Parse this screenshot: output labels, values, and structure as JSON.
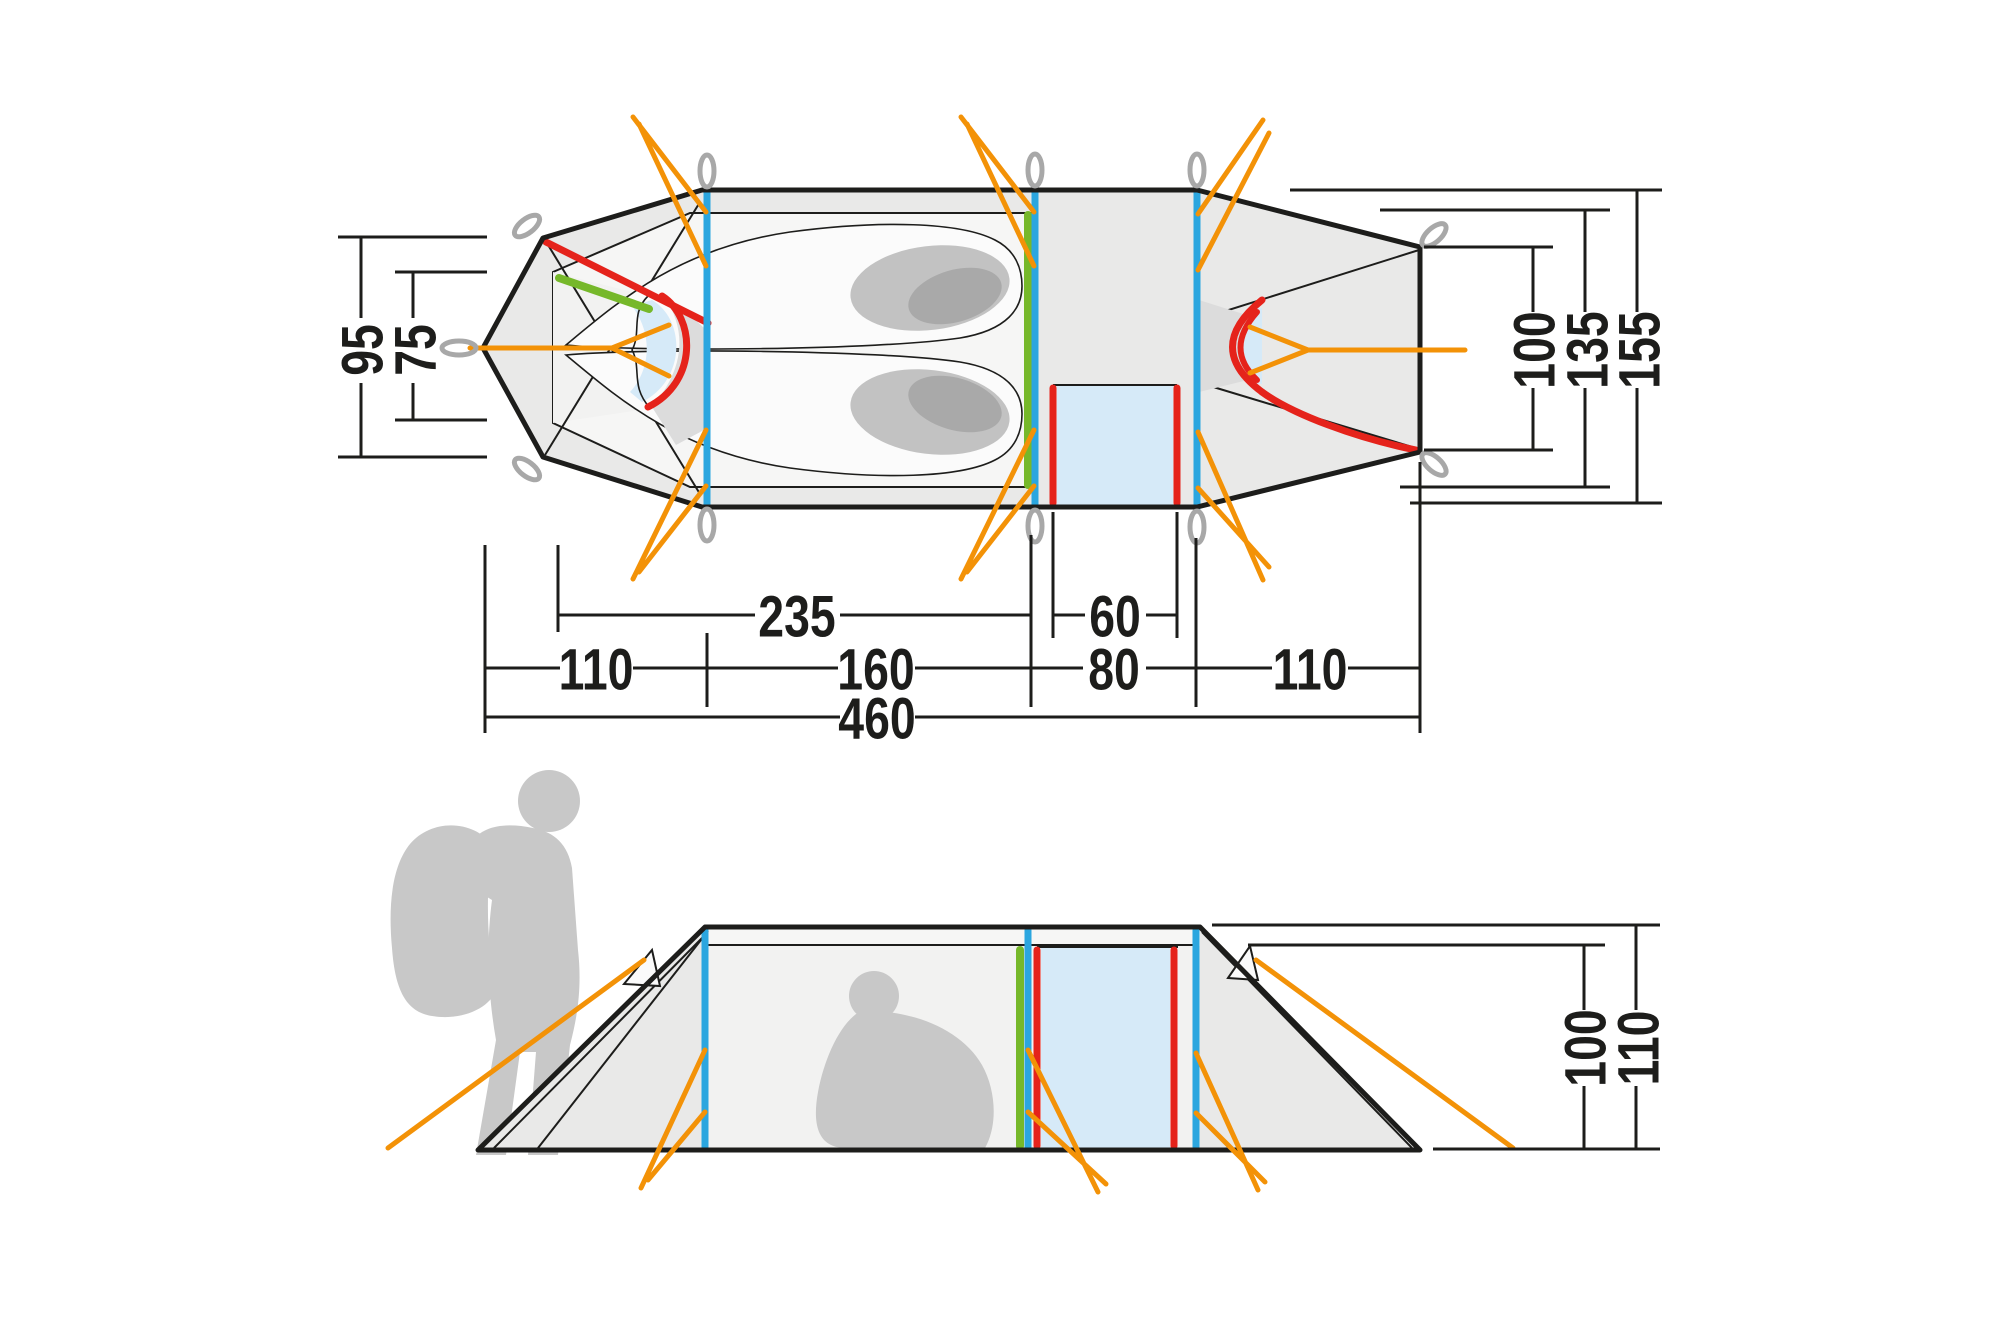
{
  "diagram": {
    "top_view": {
      "vestibule_width_outer": "95",
      "vestibule_width_inner": "75",
      "right_width_inner": "100",
      "right_width_mid": "135",
      "right_width_outer": "155",
      "inner_tent_length": "235",
      "door_mat_width": "60",
      "segment_left_vestibule": "110",
      "segment_sleeping": "160",
      "segment_porch": "80",
      "segment_right_vestibule": "110",
      "total_length": "460"
    },
    "side_view": {
      "height_inner": "100",
      "height_outer": "110"
    },
    "colors": {
      "ink": "#1d1d1b",
      "fly_fabric": "#e9e9e8",
      "inner_tent": "#f6f6f5",
      "wall_light": "#f2f2f1",
      "roof_band": "#f6f6f5",
      "shadow_patch": "#dcdcdc",
      "pole_blue": "#2ba6df",
      "inner_green": "#76b82a",
      "door_red": "#e5231b",
      "guyline_orange": "#f39207",
      "window_blue": "#d6eaf8",
      "silhouette": "#c8c8c8",
      "bag_shade": "#c2c2c2",
      "bag_shade_dark": "#a9a9a9",
      "bag_fill": "#fbfbfb",
      "peg_gray": "#a8a8a8"
    }
  }
}
